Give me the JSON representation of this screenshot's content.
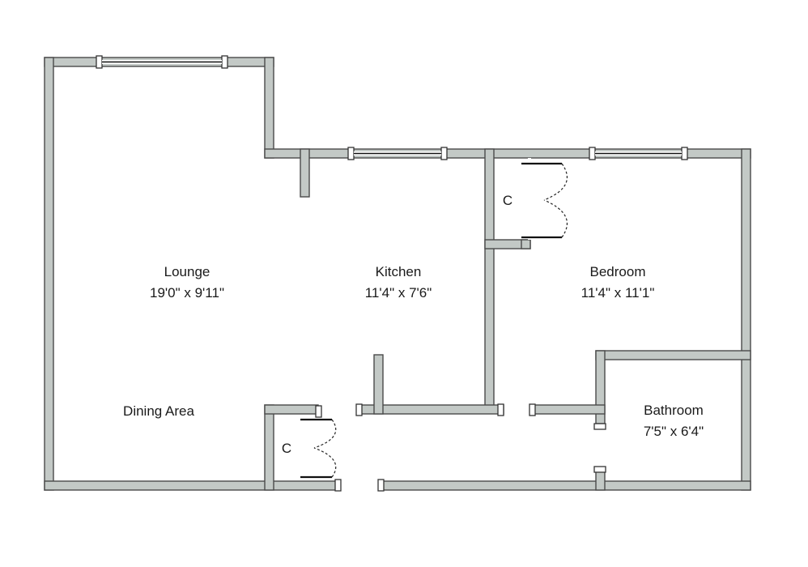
{
  "rooms": {
    "lounge": {
      "name": "Lounge",
      "size": "19'0\" x 9'11\""
    },
    "kitchen": {
      "name": "Kitchen",
      "size": "11'4\" x 7'6\""
    },
    "bedroom": {
      "name": "Bedroom",
      "size": "11'4\" x 11'1\""
    },
    "bathroom": {
      "name": "Bathroom",
      "size": "7'5\" x 6'4\""
    },
    "dining": {
      "name": "Dining Area"
    }
  },
  "closets": {
    "bedroom_closet": {
      "label": "C"
    },
    "lounge_closet": {
      "label": "C"
    }
  },
  "colors": {
    "wall_fill": "#c3c9c6",
    "wall_outline": "#4a4a4a",
    "background": "#ffffff"
  }
}
